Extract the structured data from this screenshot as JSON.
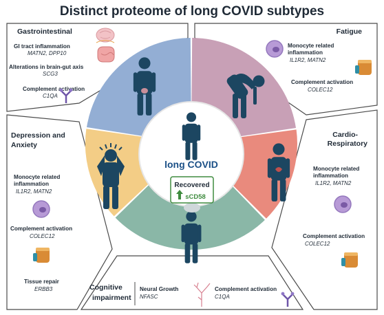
{
  "title": "Distinct proteome of long COVID subtypes",
  "center": {
    "label": "long COVID",
    "recovered_title": "Recovered",
    "recovered_marker": "sCD58"
  },
  "colors": {
    "gastro": "#93aed4",
    "fatigue": "#c8a0b6",
    "cardio": "#e98a7d",
    "cognitive": "#8ab7a7",
    "depression": "#f3cd86",
    "figure": "#1c4661",
    "recovered_box": "#3e8b3e"
  },
  "sections": {
    "gastro": {
      "title": "Gastrointestinal",
      "items": [
        {
          "label": "GI tract inflammation",
          "genes": "MATN2, DPP10",
          "icon": "intestine-icon"
        },
        {
          "label": "Alterations in brain-gut axis",
          "genes": "SCG3",
          "icon": "brain-icon"
        },
        {
          "label": "Complement activation",
          "genes": "C1QA",
          "icon": "complement-protein-icon"
        }
      ]
    },
    "fatigue": {
      "title": "Fatigue",
      "items": [
        {
          "label_lines": [
            "Monocyte related",
            "inflammation"
          ],
          "genes": "IL1R2, MATN2",
          "icon": "monocyte-icon"
        },
        {
          "label": "Complement activation",
          "genes": "COLEC12",
          "icon": "receptor-icon"
        }
      ]
    },
    "cardio": {
      "title_lines": [
        "Cardio-",
        "Respiratory"
      ],
      "items": [
        {
          "label_lines": [
            "Monocyte related",
            "inflammation"
          ],
          "genes": "IL1R2, MATN2",
          "icon": "monocyte-icon"
        },
        {
          "label": "Complement activation",
          "genes": "COLEC12",
          "icon": "receptor-icon"
        }
      ]
    },
    "depression": {
      "title_lines": [
        "Depression and",
        "Anxiety"
      ],
      "items": [
        {
          "label_lines": [
            "Monocyte related",
            "inflammation"
          ],
          "genes": "IL1R2, MATN2",
          "icon": "monocyte-icon"
        },
        {
          "label": "Complement activation",
          "genes": "COLEC12",
          "icon": "receptor-icon"
        },
        {
          "label": "Tissue repair",
          "genes": "ERBB3"
        }
      ]
    },
    "cognitive": {
      "title_lines": [
        "Cognitive",
        "impairment"
      ],
      "items": [
        {
          "label": "Neural Growth",
          "genes": "NFASC",
          "icon": "neuron-icon"
        },
        {
          "label": "Complement activation",
          "genes": "C1QA",
          "icon": "complement-protein-icon"
        }
      ]
    }
  }
}
